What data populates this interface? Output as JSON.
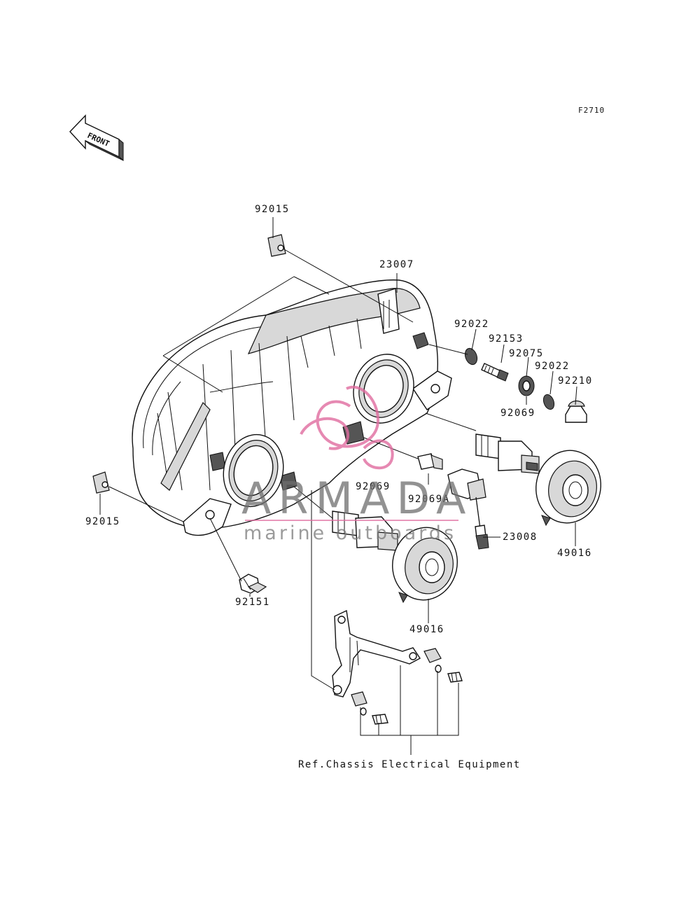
{
  "figure_code": "F2710",
  "front_arrow_label": "FRONT",
  "watermark": {
    "brand": "ARMADA",
    "tagline": "marine outboards",
    "accent_color": "#e06c9f"
  },
  "reference_note": "Ref.Chassis Electrical Equipment",
  "part_labels": [
    {
      "id": "92015_top",
      "text": "92015"
    },
    {
      "id": "23007",
      "text": "23007"
    },
    {
      "id": "92022_a",
      "text": "92022"
    },
    {
      "id": "92153",
      "text": "92153"
    },
    {
      "id": "92075",
      "text": "92075"
    },
    {
      "id": "92022_b",
      "text": "92022"
    },
    {
      "id": "92210",
      "text": "92210"
    },
    {
      "id": "92069_right",
      "text": "92069"
    },
    {
      "id": "92069_mid",
      "text": "92069"
    },
    {
      "id": "92069A",
      "text": "92069A"
    },
    {
      "id": "92015_left",
      "text": "92015"
    },
    {
      "id": "23008",
      "text": "23008"
    },
    {
      "id": "49016_right",
      "text": "49016"
    },
    {
      "id": "92151",
      "text": "92151"
    },
    {
      "id": "49016_bottom",
      "text": "49016"
    }
  ]
}
